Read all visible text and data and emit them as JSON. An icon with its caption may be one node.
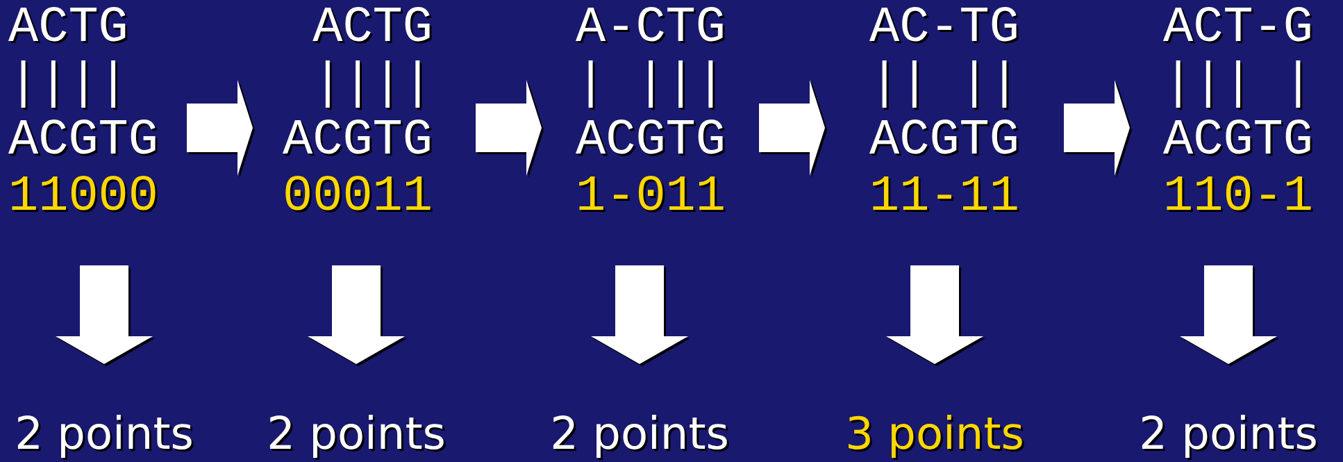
{
  "diagram": {
    "nodes": [
      {
        "text": [
          "ACTG",
          "||||",
          "ACGTG",
          "11000"
        ]
      },
      {
        "text": [
          "ACTG",
          "||||",
          "ACGTG",
          "00011"
        ]
      },
      {
        "text": [
          "A-CTG",
          "| |||",
          "ACGTG",
          "1-011"
        ]
      },
      {
        "text": [
          "AC-TG",
          "|| ||",
          "ACGTG",
          "11-11"
        ]
      },
      {
        "text": [
          "ACT-G",
          "||| |",
          "ACGTG",
          "110-1"
        ]
      },
      {
        "text": [
          "2 points"
        ]
      },
      {
        "text": [
          "2 points"
        ]
      },
      {
        "text": [
          "2 points"
        ]
      },
      {
        "text": [
          "3 points"
        ]
      },
      {
        "text": [
          "2 points"
        ]
      }
    ],
    "edges": [
      {
        "from": 0,
        "to": 1,
        "arrow": "to"
      },
      {
        "from": 1,
        "to": 2,
        "arrow": "to"
      },
      {
        "from": 2,
        "to": 3,
        "arrow": "to"
      },
      {
        "from": 3,
        "to": 4,
        "arrow": "to"
      },
      {
        "from": 0,
        "to": 5,
        "arrow": "to"
      },
      {
        "from": 1,
        "to": 6,
        "arrow": "to"
      },
      {
        "from": 2,
        "to": 7,
        "arrow": "to"
      },
      {
        "from": 3,
        "to": 8,
        "arrow": "to"
      },
      {
        "from": 4,
        "to": 9,
        "arrow": "to"
      }
    ]
  }
}
